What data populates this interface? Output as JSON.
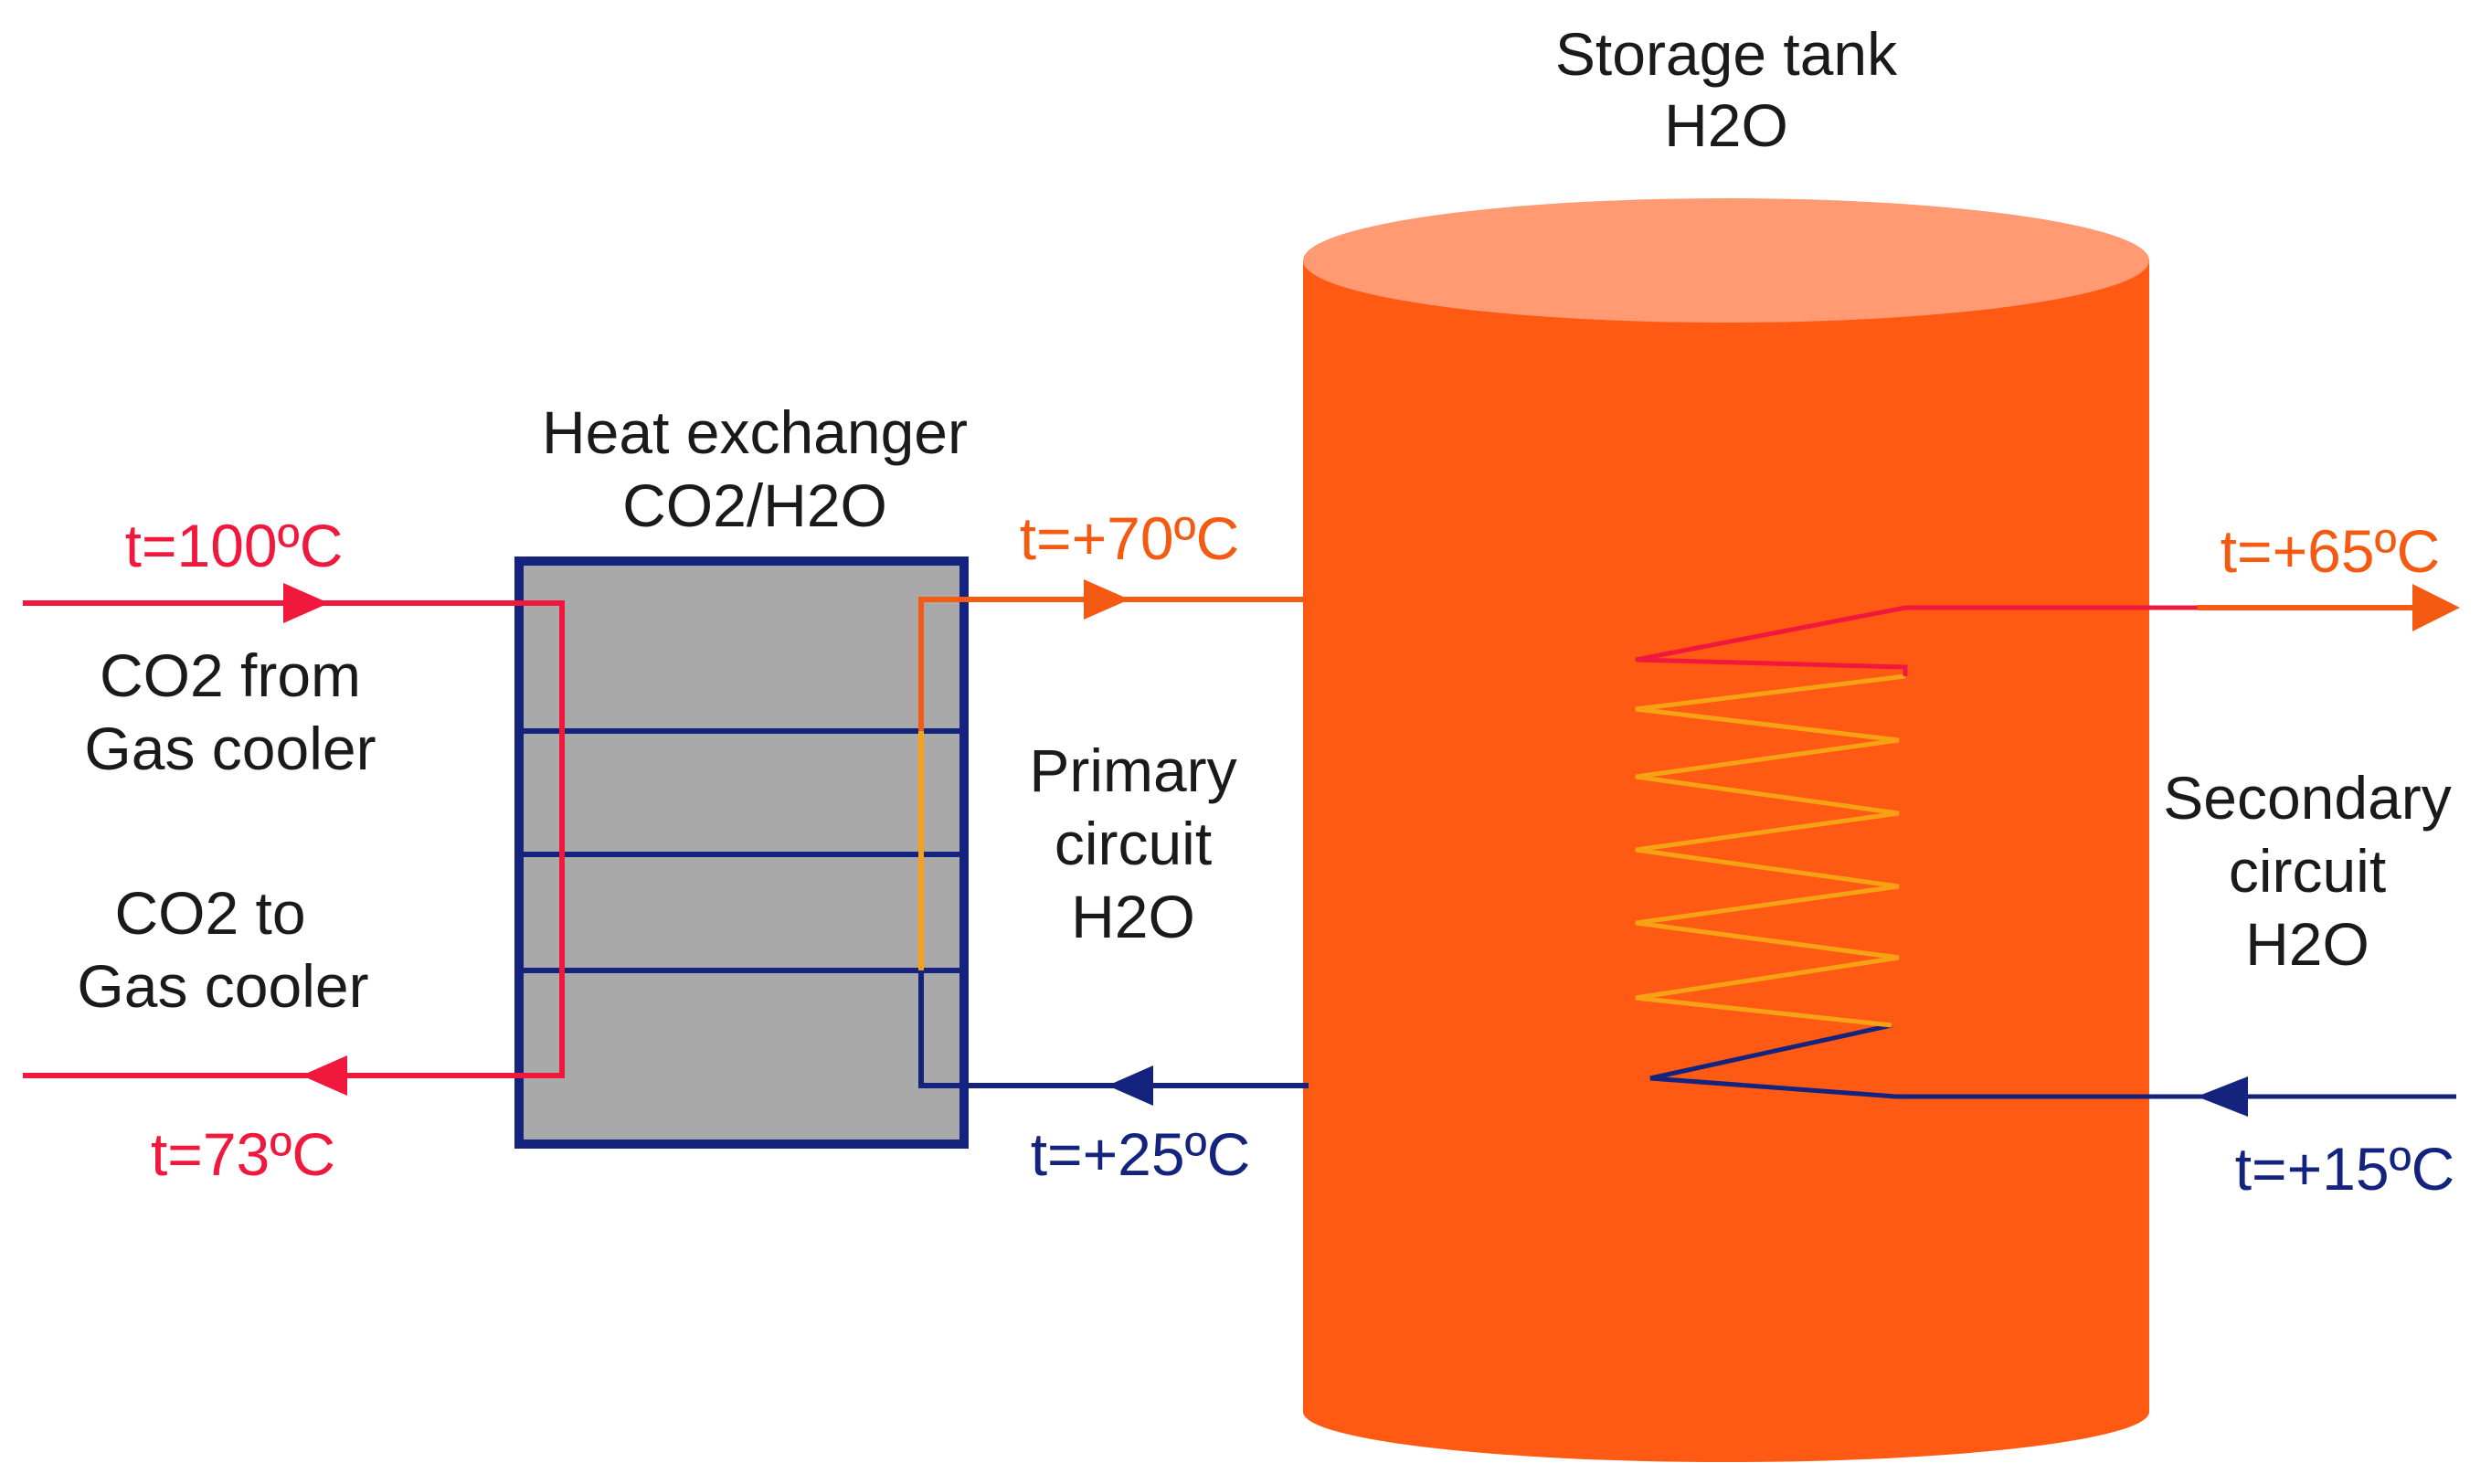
{
  "colors": {
    "hot_co2": "#f0183c",
    "hot_water": "#f45a12",
    "cold_water": "#14237e",
    "coil_orange": "#f7a114",
    "tank_body": "#ff5a14",
    "tank_top": "#ff9a72",
    "exchanger_fill": "#a9a9a9",
    "exchanger_border": "#14237e",
    "text_dark": "#1a1a1a"
  },
  "storage_tank": {
    "line1": "Storage tank",
    "line2": "H2O"
  },
  "heat_exchanger": {
    "line1": "Heat exchanger",
    "line2": "CO2/H2O"
  },
  "co2_side": {
    "inlet_temp": "t=100ºC",
    "inlet_line1": "CO2 from",
    "inlet_line2": "Gas cooler",
    "outlet_line1": "CO2 to",
    "outlet_line2": "Gas cooler",
    "outlet_temp": "t=73ºC"
  },
  "primary_circuit": {
    "hot_temp": "t=+70ºC",
    "line1": "Primary",
    "line2": "circuit",
    "line3": "H2O",
    "cold_temp": "t=+25ºC"
  },
  "secondary_circuit": {
    "hot_temp": "t=+65ºC",
    "line1": "Secondary",
    "line2": "circuit",
    "line3": "H2O",
    "cold_temp": "t=+15ºC"
  }
}
